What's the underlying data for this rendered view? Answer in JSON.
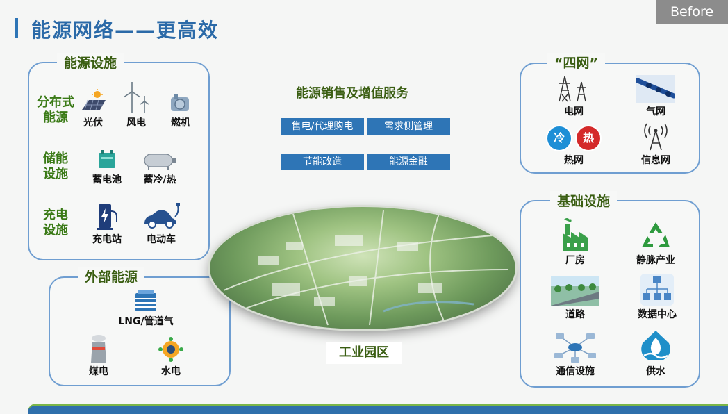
{
  "title": "能源网络——更高效",
  "before": "Before",
  "energy_facilities": {
    "label": "能源设施",
    "distributed": {
      "label_1": "分布式",
      "label_2": "能源",
      "items": [
        "光伏",
        "风电",
        "燃机"
      ]
    },
    "storage": {
      "label_1": "储能",
      "label_2": "设施",
      "items": [
        "蓄电池",
        "蓄冷/热"
      ]
    },
    "charging": {
      "label_1": "充电",
      "label_2": "设施",
      "items": [
        "充电站",
        "电动车"
      ]
    }
  },
  "external_energy": {
    "label": "外部能源",
    "items": [
      "LNG/管道气",
      "煤电",
      "水电"
    ]
  },
  "services": {
    "title": "能源销售及增值服务",
    "buttons": [
      "售电/代理购电",
      "需求侧管理",
      "节能改造",
      "能源金融"
    ]
  },
  "park": {
    "label": "工业园区"
  },
  "four_networks": {
    "label": "“四网”",
    "items": [
      "电网",
      "气网",
      "热网",
      "信息网"
    ],
    "cold_glyph": "冷",
    "heat_glyph": "热"
  },
  "infrastructure": {
    "label": "基础设施",
    "items": [
      "厂房",
      "静脉产业",
      "道路",
      "数据中心",
      "通信设施",
      "供水"
    ]
  },
  "colors": {
    "accent": "#2e75b6",
    "label_green": "#3a5e12",
    "row_green": "#3a7a16",
    "box_border": "#6f9ed1"
  }
}
